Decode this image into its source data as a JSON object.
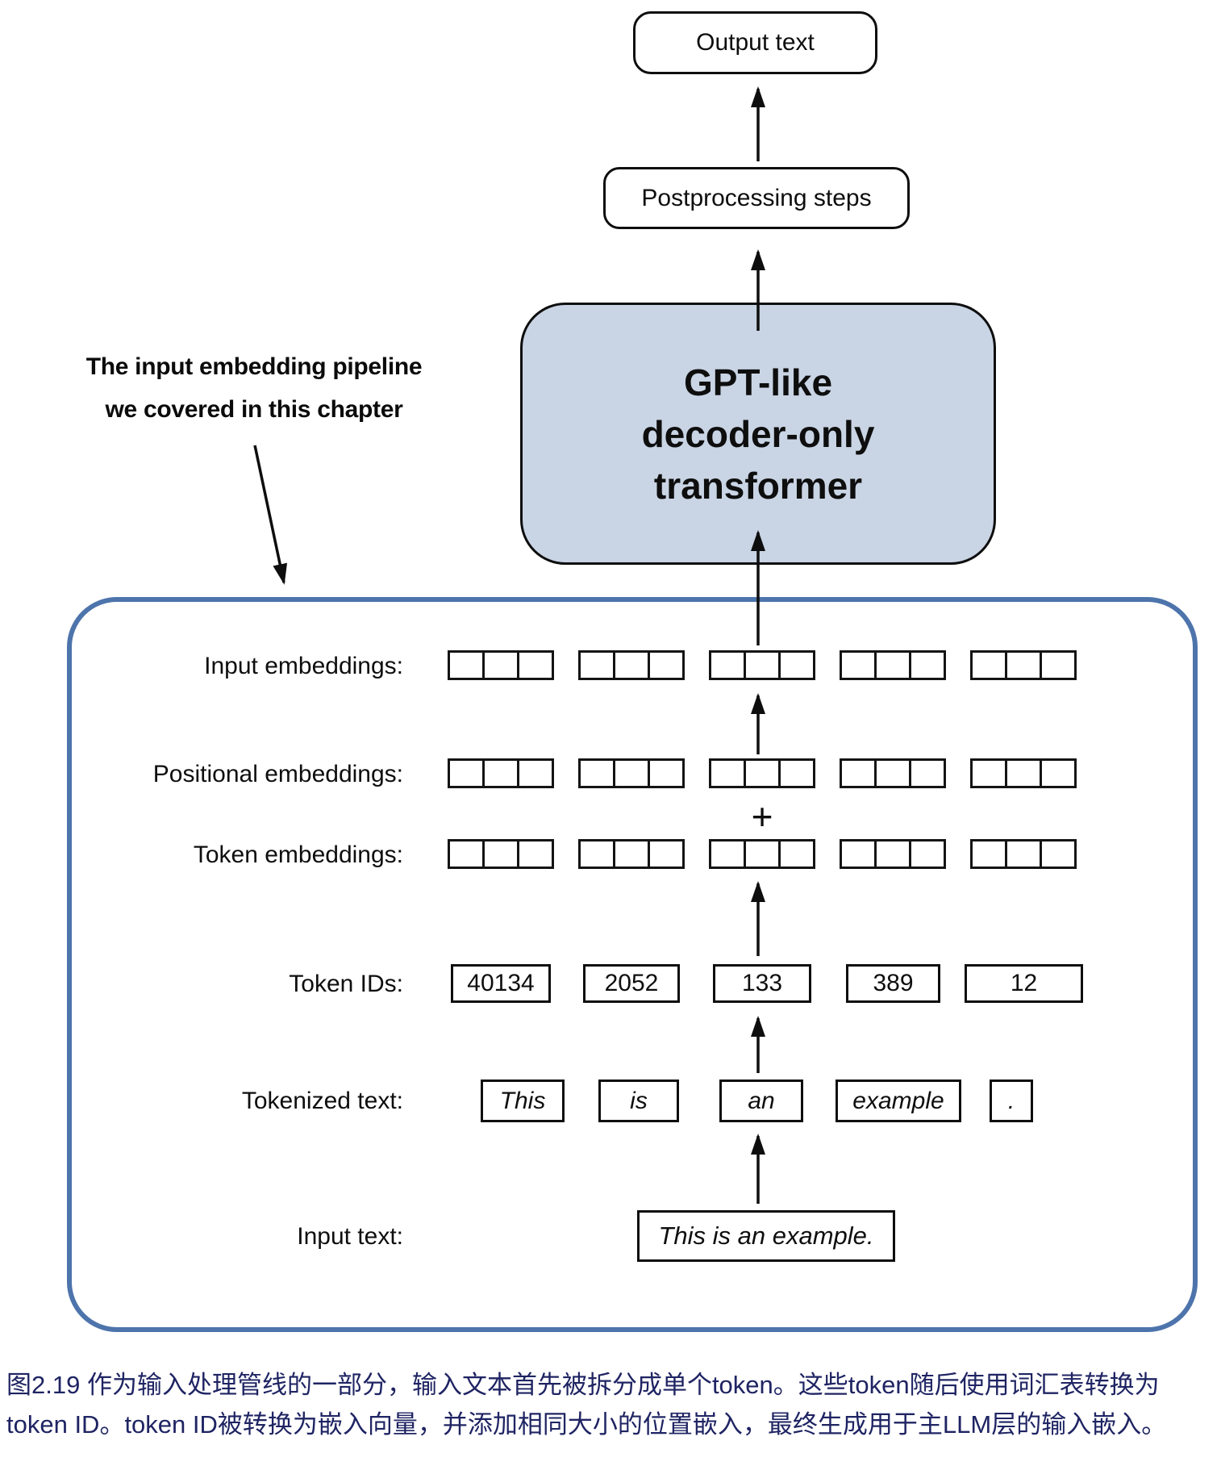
{
  "figure": {
    "top_flow": {
      "output_box_label": "Output text",
      "postprocessing_box_label": "Postprocessing steps",
      "transformer_box": {
        "line1": "GPT-like",
        "line2": "decoder-only",
        "line3": "transformer"
      }
    },
    "annotation": {
      "line1": "The input embedding pipeline",
      "line2": "we covered in this chapter"
    },
    "pipeline": {
      "input_embeddings_label": "Input embeddings:",
      "positional_embeddings_label": "Positional embeddings:",
      "plus_sign": "+",
      "token_embeddings_label": "Token embeddings:",
      "token_ids_label": "Token IDs:",
      "token_ids": [
        "40134",
        "2052",
        "133",
        "389",
        "12"
      ],
      "tokenized_text_label": "Tokenized text:",
      "tokens": [
        "This",
        "is",
        "an",
        "example",
        "."
      ],
      "input_text_label": "Input text:",
      "input_text": "This is an example."
    },
    "colors": {
      "pipeline_border": "#4d74ab",
      "transformer_fill": "#c9d4e4",
      "box_border": "#0e0e0e",
      "caption_text": "#1f2463"
    }
  },
  "caption": {
    "line1": "图2.19 作为输入处理管线的一部分，输入文本首先被拆分成单个token。这些token随后使用词汇表转换为",
    "line2": "token ID。token ID被转换为嵌入向量，并添加相同大小的位置嵌入，最终生成用于主LLM层的输入嵌入。"
  }
}
